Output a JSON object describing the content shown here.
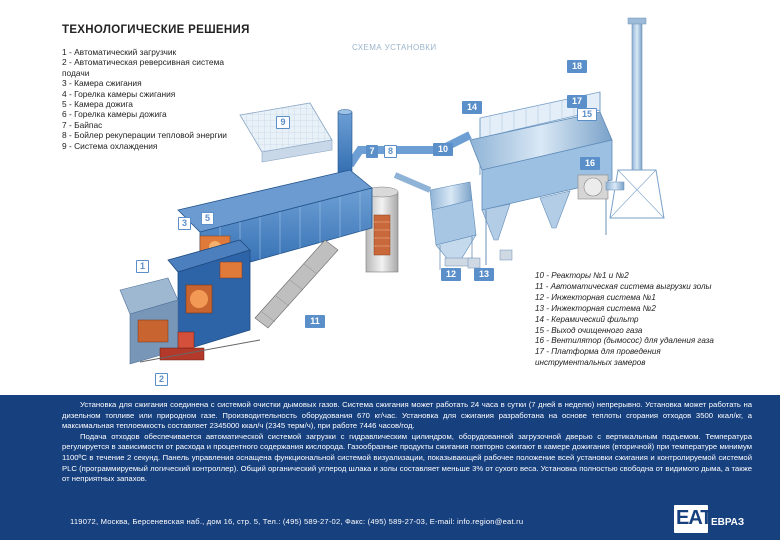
{
  "header": {
    "title": "ТЕХНОЛОГИЧЕСКИЕ РЕШЕНИЯ",
    "scheme_title": "СХЕМА УСТАНОВКИ"
  },
  "legend_left": [
    "1 - Автоматический загрузчик",
    "2 - Автоматическая реверсивная система",
    "подачи",
    "3 - Камера сжигания",
    "4 - Горелка камеры сжигания",
    "5 - Камера дожига",
    "6 - Горелка камеры дожига",
    "7 - Байпас",
    "8 - Бойлер рекуперации тепловой энергии",
    "9 - Система охлаждения"
  ],
  "legend_right": [
    "10 - Реакторы №1 и №2",
    "11 - Автоматическая система выгрузки золы",
    "12 - Инжекторная система №1",
    "13 - Инжекторная система №2",
    "14 - Керамический фильтр",
    "15 - Выход очищенного газа",
    "16 - Вентилятор (дымосос) для удаления газа",
    "17 - Платформа для проведения",
    "инструментальных замеров"
  ],
  "badges": {
    "b1": "1",
    "b2": "2",
    "b3": "3",
    "b5": "5",
    "b7": "7",
    "b8": "8",
    "b9": "9",
    "b10": "10",
    "b11": "11",
    "b12": "12",
    "b13": "13",
    "b14": "14",
    "b15": "15",
    "b16": "16",
    "b17": "17",
    "b18": "18"
  },
  "description": {
    "p1": "Установка для сжигания соединена с системой очистки дымовых газов. Система сжигания может работать 24 часа в сутки (7 дней в неделю) непрерывно. Установка может работать на дизельном топливе или природном газе. Производительность оборудования 670 кг/час. Установка для сжигания разработана на основе теплоты сгорания отходов 3500 ккал/кг, а максимальная теплоемкость составляет 2345000 ккал/ч (2345 терм/ч), при работе 7446 часов/год.",
    "p2": "Подача отходов обеспечивается автоматической системой загрузки с гидравлическим цилиндром, оборудованной загрузочной дверью с вертикальным подъемом. Температура регулируется в зависимости от расхода и процентного содержания кислорода. Газообразные продукты сжигания повторно сжигают в камере дожигания (вторичной) при температуре минимум 1100ºС в течение 2 секунд. Панель управления оснащена функциональной системой визуализации, показывающей рабочее положение всей установки сжигания и контролируемой системой PLC (программируемый логический контроллер). Общий органический углерод шлака и золы составляет меньше 3% от сухого веса. Установка полностью свободна от видимого дыма, а также от неприятных запахов."
  },
  "footer": {
    "contacts": "119072, Москва,     Берсеневская наб., дом 16, стр. 5, Тел.: (495) 589-27-02, Факс: (495) 589-27-03, E-mail: info.region@eat.ru",
    "logo_letters": "EAT",
    "logo_word": "ЕВРАЗ"
  }
}
